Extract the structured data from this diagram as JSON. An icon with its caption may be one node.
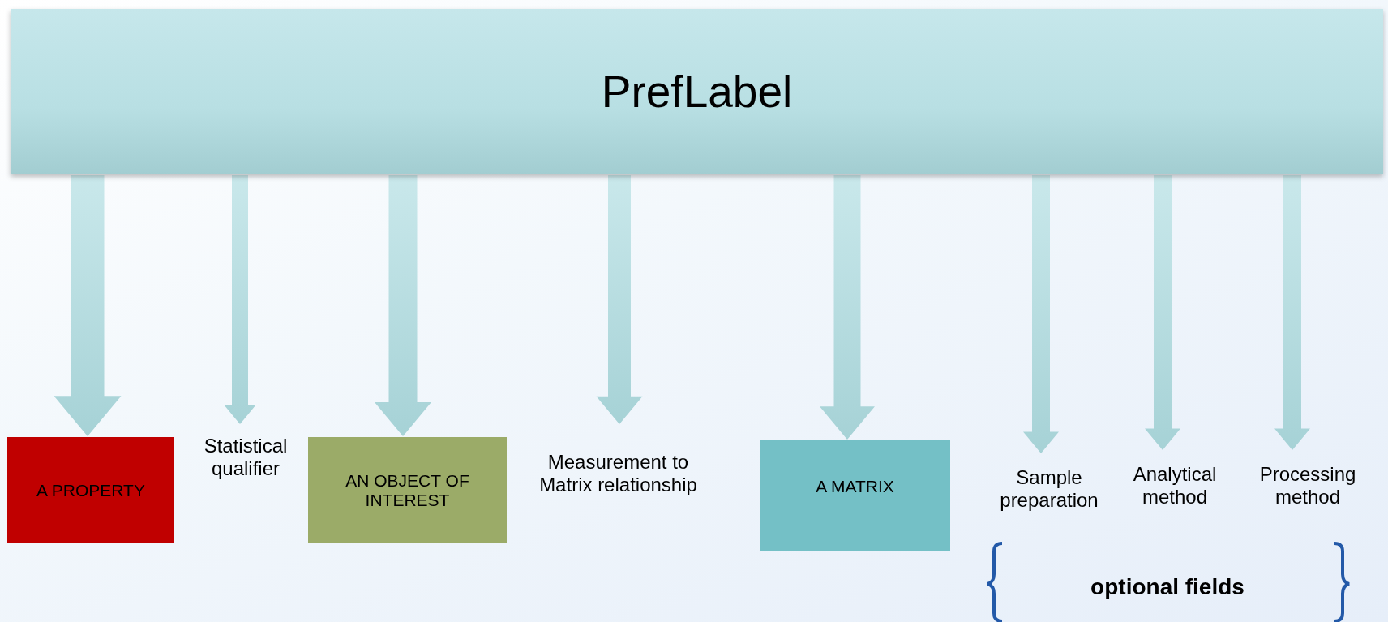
{
  "diagram": {
    "nodes": [
      {
        "text": [
          "PrefLabel"
        ]
      },
      {
        "text": [
          "A PROPERTY"
        ]
      },
      {
        "text": [
          "Statistical qualifier"
        ]
      },
      {
        "text": [
          "AN OBJECT OF INTEREST"
        ]
      },
      {
        "text": [
          "Measurement to Matrix relationship"
        ]
      },
      {
        "text": [
          "A MATRIX"
        ]
      },
      {
        "text": [
          "Sample preparation"
        ]
      },
      {
        "text": [
          "Analytical method"
        ]
      },
      {
        "text": [
          "Processing method"
        ]
      }
    ],
    "edges": [
      {
        "from": 0,
        "to": 1,
        "arrow": "to"
      },
      {
        "from": 0,
        "to": 2,
        "arrow": "to"
      },
      {
        "from": 0,
        "to": 3,
        "arrow": "to"
      },
      {
        "from": 0,
        "to": 4,
        "arrow": "to"
      },
      {
        "from": 0,
        "to": 5,
        "arrow": "to"
      },
      {
        "from": 0,
        "to": 6,
        "arrow": "to"
      },
      {
        "from": 0,
        "to": 7,
        "arrow": "to"
      },
      {
        "from": 0,
        "to": 8,
        "arrow": "to"
      }
    ],
    "labels": [
      "optional fields"
    ]
  }
}
